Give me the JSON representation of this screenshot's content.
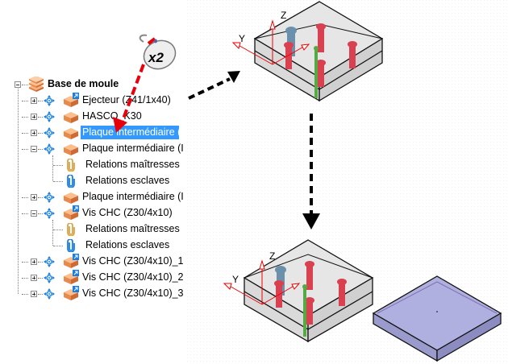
{
  "tree": {
    "root": {
      "label": "Base de moule",
      "icon": "mold-base-icon",
      "expanded": true
    },
    "items": [
      {
        "label": "Ejecteur (Z41/1x40)",
        "label_visible": "Ejecteur (Z41/1x40)",
        "expanded": false,
        "linked": true
      },
      {
        "label": "HASCO_K30",
        "expanded": false,
        "linked": false
      },
      {
        "label": "Plaque intermédiaire (",
        "expanded": false,
        "linked": false,
        "selected": true
      },
      {
        "label": "Plaque intermédiaire (I",
        "expanded": true,
        "linked": false,
        "children": [
          {
            "label": "Relations maîtresses",
            "icon": "master-relation-icon"
          },
          {
            "label": "Relations esclaves",
            "icon": "slave-relation-icon"
          }
        ]
      },
      {
        "label": "Plaque intermédiaire (I",
        "expanded": false,
        "linked": false
      },
      {
        "label": "Vis CHC (Z30/4x10)",
        "expanded": true,
        "linked": true,
        "children": [
          {
            "label": "Relations maîtresses",
            "icon": "master-relation-icon"
          },
          {
            "label": "Relations esclaves",
            "icon": "slave-relation-icon"
          }
        ]
      },
      {
        "label": "Vis CHC (Z30/4x10)_1",
        "expanded": false,
        "linked": true
      },
      {
        "label": "Vis CHC (Z30/4x10)_2",
        "expanded": false,
        "linked": true
      },
      {
        "label": "Vis CHC (Z30/4x10)_3",
        "expanded": false,
        "linked": true
      }
    ]
  },
  "annotation": {
    "double_click_badge": "x2",
    "axis_labels": {
      "z": "Z",
      "y": "Y"
    }
  },
  "colors": {
    "selection": "#3399ff",
    "red_arrow": "#e8000a",
    "plate_fill": "#d9d9d9",
    "separated_plate_fill": "#a6a6d9",
    "screw_red": "#d94050",
    "screw_blue": "#6a90ab",
    "pin_green": "#55aa44"
  }
}
